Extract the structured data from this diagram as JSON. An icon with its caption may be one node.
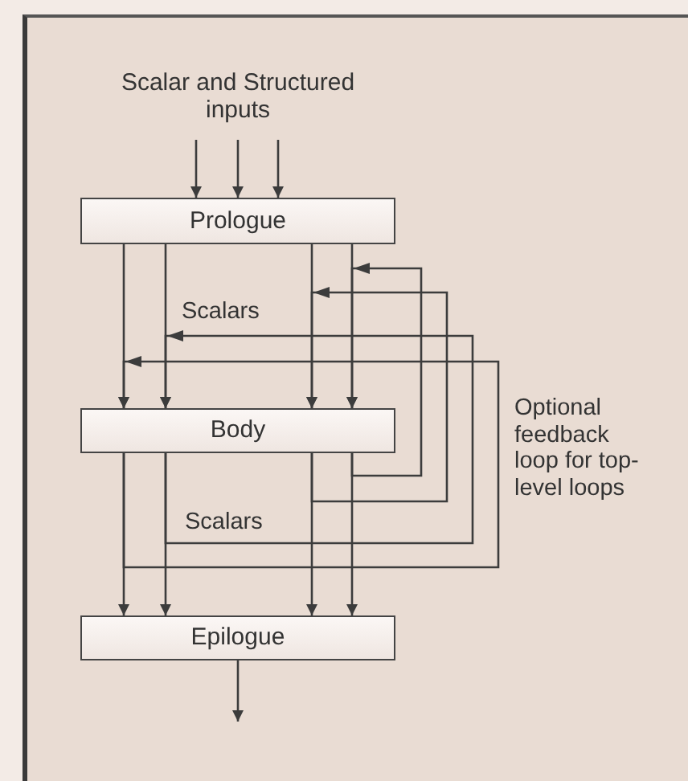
{
  "diagram": {
    "nodes": [
      {
        "text": [
          "Scalar and Structured inputs"
        ]
      },
      {
        "text": [
          "Prologue"
        ]
      },
      {
        "text": [
          "Body"
        ]
      },
      {
        "text": [
          "Epilogue"
        ]
      }
    ],
    "edges": [
      {
        "from": 0,
        "to": 1,
        "arrow": "to"
      },
      {
        "from": 0,
        "to": 1,
        "arrow": "to"
      },
      {
        "from": 0,
        "to": 1,
        "arrow": "to"
      },
      {
        "from": 1,
        "to": 2,
        "arrow": "to"
      },
      {
        "from": 1,
        "to": 2,
        "arrow": "to"
      },
      {
        "from": 1,
        "to": 2,
        "arrow": "to"
      },
      {
        "from": 1,
        "to": 2,
        "arrow": "to"
      },
      {
        "from": 2,
        "to": 2,
        "arrow": "to"
      },
      {
        "from": 2,
        "to": 2,
        "arrow": "to"
      },
      {
        "from": 2,
        "to": 2,
        "arrow": "to"
      },
      {
        "from": 2,
        "to": 2,
        "arrow": "to"
      },
      {
        "from": 2,
        "to": 3,
        "arrow": "to"
      },
      {
        "from": 2,
        "to": 3,
        "arrow": "to"
      },
      {
        "from": 2,
        "to": 3,
        "arrow": "to"
      },
      {
        "from": 2,
        "to": 3,
        "arrow": "to"
      },
      {
        "from": 3,
        "to": null,
        "arrow": "to"
      }
    ],
    "labels": [
      "Scalars",
      "Scalars",
      "Optional feedback loop for top-level loops"
    ]
  }
}
